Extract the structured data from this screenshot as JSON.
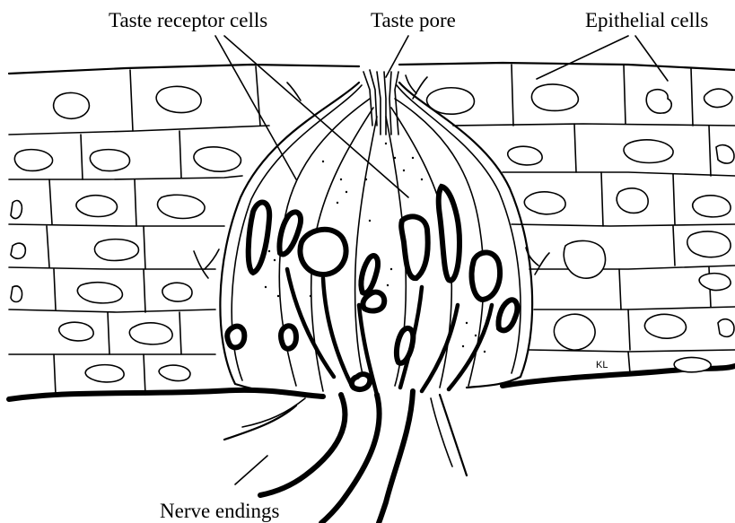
{
  "labels": {
    "taste_receptor_cells": "Taste receptor cells",
    "taste_pore": "Taste pore",
    "epithelial_cells": "Epithelial cells",
    "nerve_endings": "Nerve endings",
    "signature": "KL"
  },
  "colors": {
    "ink": "#000000",
    "background": "#ffffff"
  }
}
